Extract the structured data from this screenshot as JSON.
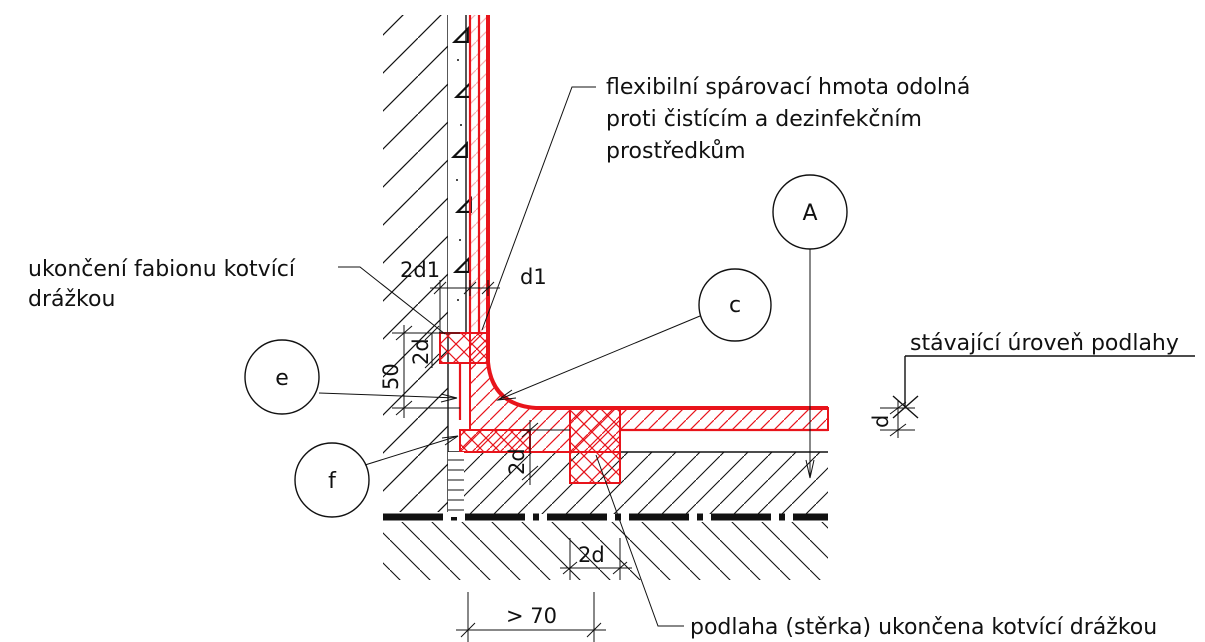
{
  "colors": {
    "line": "#111111",
    "accent": "#e8141b",
    "background": "#ffffff"
  },
  "labels": {
    "sealant_line1": "flexibilní spárovací hmota odolná",
    "sealant_line2": "proti čistícím a dezinfekčním",
    "sealant_line3": "prostředkům",
    "anchor_line1": "ukončení fabionu kotvící",
    "anchor_line2": "drážkou",
    "existing_floor": "stávající úroveň podlahy",
    "floor_end": "podlaha (stěrka) ukončena kotvící drážkou"
  },
  "callouts": {
    "a": "A",
    "c": "c",
    "e": "e",
    "f": "f"
  },
  "dimensions": {
    "d1_double": "2d1",
    "d1": "d1",
    "fifty": "50",
    "d_double_upper": "2d",
    "d_double_mid": "2d",
    "d_double_low": "2d",
    "d": "d",
    "seventy": "> 70"
  }
}
